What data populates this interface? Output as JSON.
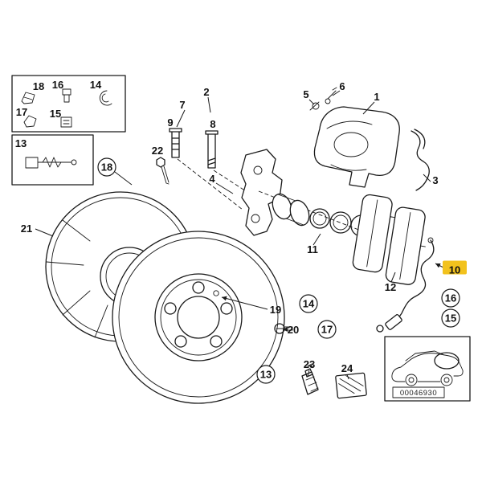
{
  "diagram": {
    "highlight_color": "#F2C21D",
    "highlighted_callout": "10",
    "part_number_plate": "00046930",
    "callouts": [
      {
        "label": "18",
        "style": "plain"
      },
      {
        "label": "16",
        "style": "plain"
      },
      {
        "label": "14",
        "style": "plain"
      },
      {
        "label": "17",
        "style": "plain"
      },
      {
        "label": "15",
        "style": "plain"
      },
      {
        "label": "13",
        "style": "plain"
      },
      {
        "label": "18",
        "style": "circled"
      },
      {
        "label": "21",
        "style": "plain"
      },
      {
        "label": "7",
        "style": "plain"
      },
      {
        "label": "2",
        "style": "plain"
      },
      {
        "label": "9",
        "style": "plain"
      },
      {
        "label": "8",
        "style": "plain"
      },
      {
        "label": "22",
        "style": "plain"
      },
      {
        "label": "4",
        "style": "plain"
      },
      {
        "label": "5",
        "style": "plain"
      },
      {
        "label": "6",
        "style": "plain"
      },
      {
        "label": "1",
        "style": "plain"
      },
      {
        "label": "3",
        "style": "plain"
      },
      {
        "label": "11",
        "style": "plain"
      },
      {
        "label": "12",
        "style": "plain"
      },
      {
        "label": "10",
        "style": "highlighted"
      },
      {
        "label": "16",
        "style": "circled"
      },
      {
        "label": "15",
        "style": "circled"
      },
      {
        "label": "14",
        "style": "circled"
      },
      {
        "label": "17",
        "style": "circled"
      },
      {
        "label": "19",
        "style": "plain"
      },
      {
        "label": "20",
        "style": "plain"
      },
      {
        "label": "13",
        "style": "circled"
      },
      {
        "label": "23",
        "style": "plain"
      },
      {
        "label": "24",
        "style": "plain"
      }
    ]
  }
}
